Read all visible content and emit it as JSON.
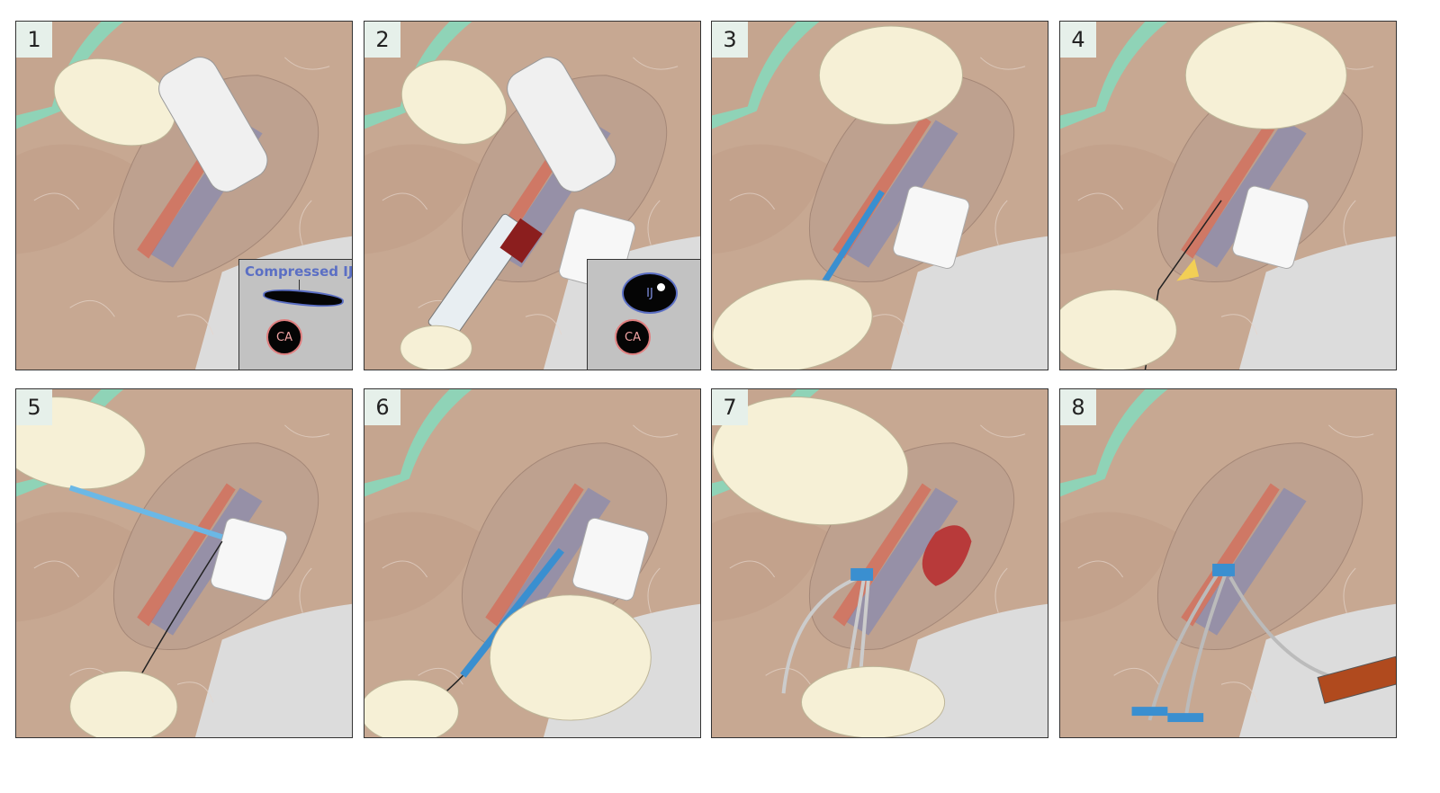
{
  "panels": [
    {
      "number": "1",
      "step": "ultrasound-compression"
    },
    {
      "number": "2",
      "step": "needle-aspiration"
    },
    {
      "number": "3",
      "step": "guidewire-advance"
    },
    {
      "number": "4",
      "step": "needle-removal"
    },
    {
      "number": "5",
      "step": "skin-incision"
    },
    {
      "number": "6",
      "step": "dilator"
    },
    {
      "number": "7",
      "step": "catheter-insertion"
    },
    {
      "number": "8",
      "step": "aspirate-flush"
    }
  ],
  "insets": {
    "compressed": {
      "label": "Compressed IJ",
      "artery": "CA"
    },
    "open": {
      "vein": "IJ",
      "artery": "CA"
    }
  },
  "colors": {
    "skin": "#c7a892",
    "drape": "#8fd3b7",
    "glove": "#f6f0d6",
    "vein": "#7c86b8",
    "artery": "#d9624f",
    "device": "#4aa3d9"
  }
}
